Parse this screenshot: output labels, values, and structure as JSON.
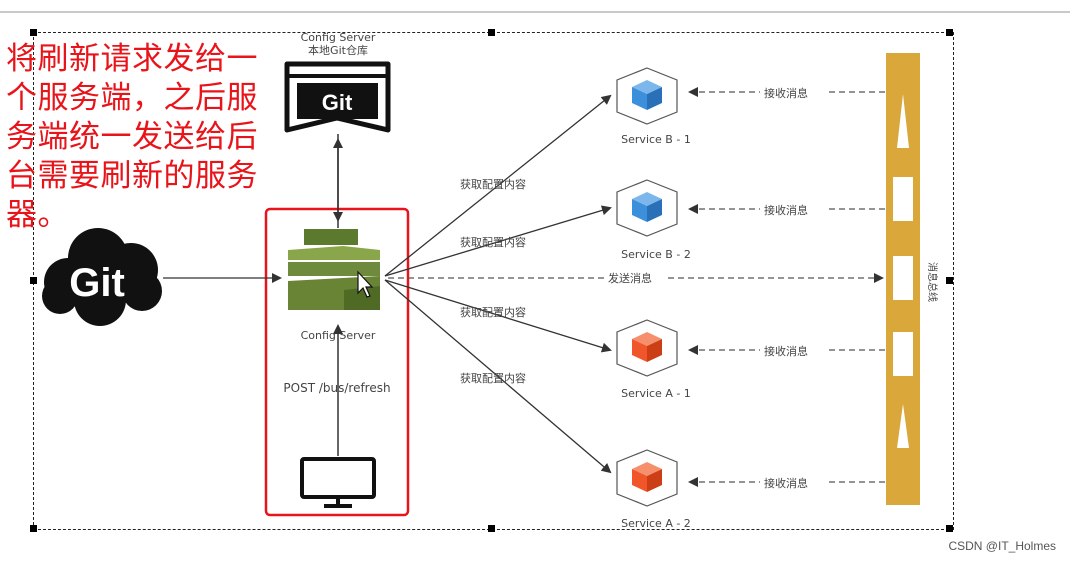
{
  "note": {
    "lines": [
      "将刷新请求发给一",
      "个服务端，之后服",
      "务端统一发送给后",
      "台需要刷新的服务器。"
    ]
  },
  "repo": {
    "title_line1": "Config Server",
    "title_line2": "本地Git仓库",
    "label": "Git"
  },
  "remote_git": {
    "label": "Git"
  },
  "config_server": {
    "label": "Config Server"
  },
  "post_label": "POST /bus/refresh",
  "edges": {
    "fetch_b1": "获取配置内容",
    "fetch_b2": "获取配置内容",
    "fetch_a1": "获取配置内容",
    "fetch_a2": "获取配置内容",
    "send": "发送消息",
    "recv_b1": "接收消息",
    "recv_b2": "接收消息",
    "recv_a1": "接收消息",
    "recv_a2": "接收消息"
  },
  "services": [
    {
      "label": "Service B - 1",
      "color": "#3b8fdb"
    },
    {
      "label": "Service B - 2",
      "color": "#3b8fdb"
    },
    {
      "label": "Service A - 1",
      "color": "#f0562a"
    },
    {
      "label": "Service A - 2",
      "color": "#f0562a"
    }
  ],
  "bus": {
    "label": "消息总线",
    "color": "#d9a73a"
  },
  "colors": {
    "highlight": "#e8141a",
    "arrow": "#333333",
    "server_green": "#6e8a3c"
  },
  "watermark": "CSDN @IT_Holmes"
}
